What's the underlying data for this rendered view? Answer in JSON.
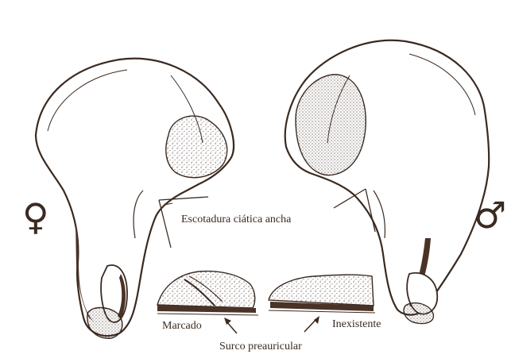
{
  "symbols": {
    "female": "♀",
    "male": "♂"
  },
  "labels": {
    "sciatic_notch": "Escotadura ciática ancha",
    "marked": "Marcado",
    "absent": "Inexistente",
    "preauricular_sulcus": "Surco preauricular"
  },
  "colors": {
    "ink": "#3a2a20",
    "fill": "#ffffff",
    "shade": "#4a3326"
  }
}
